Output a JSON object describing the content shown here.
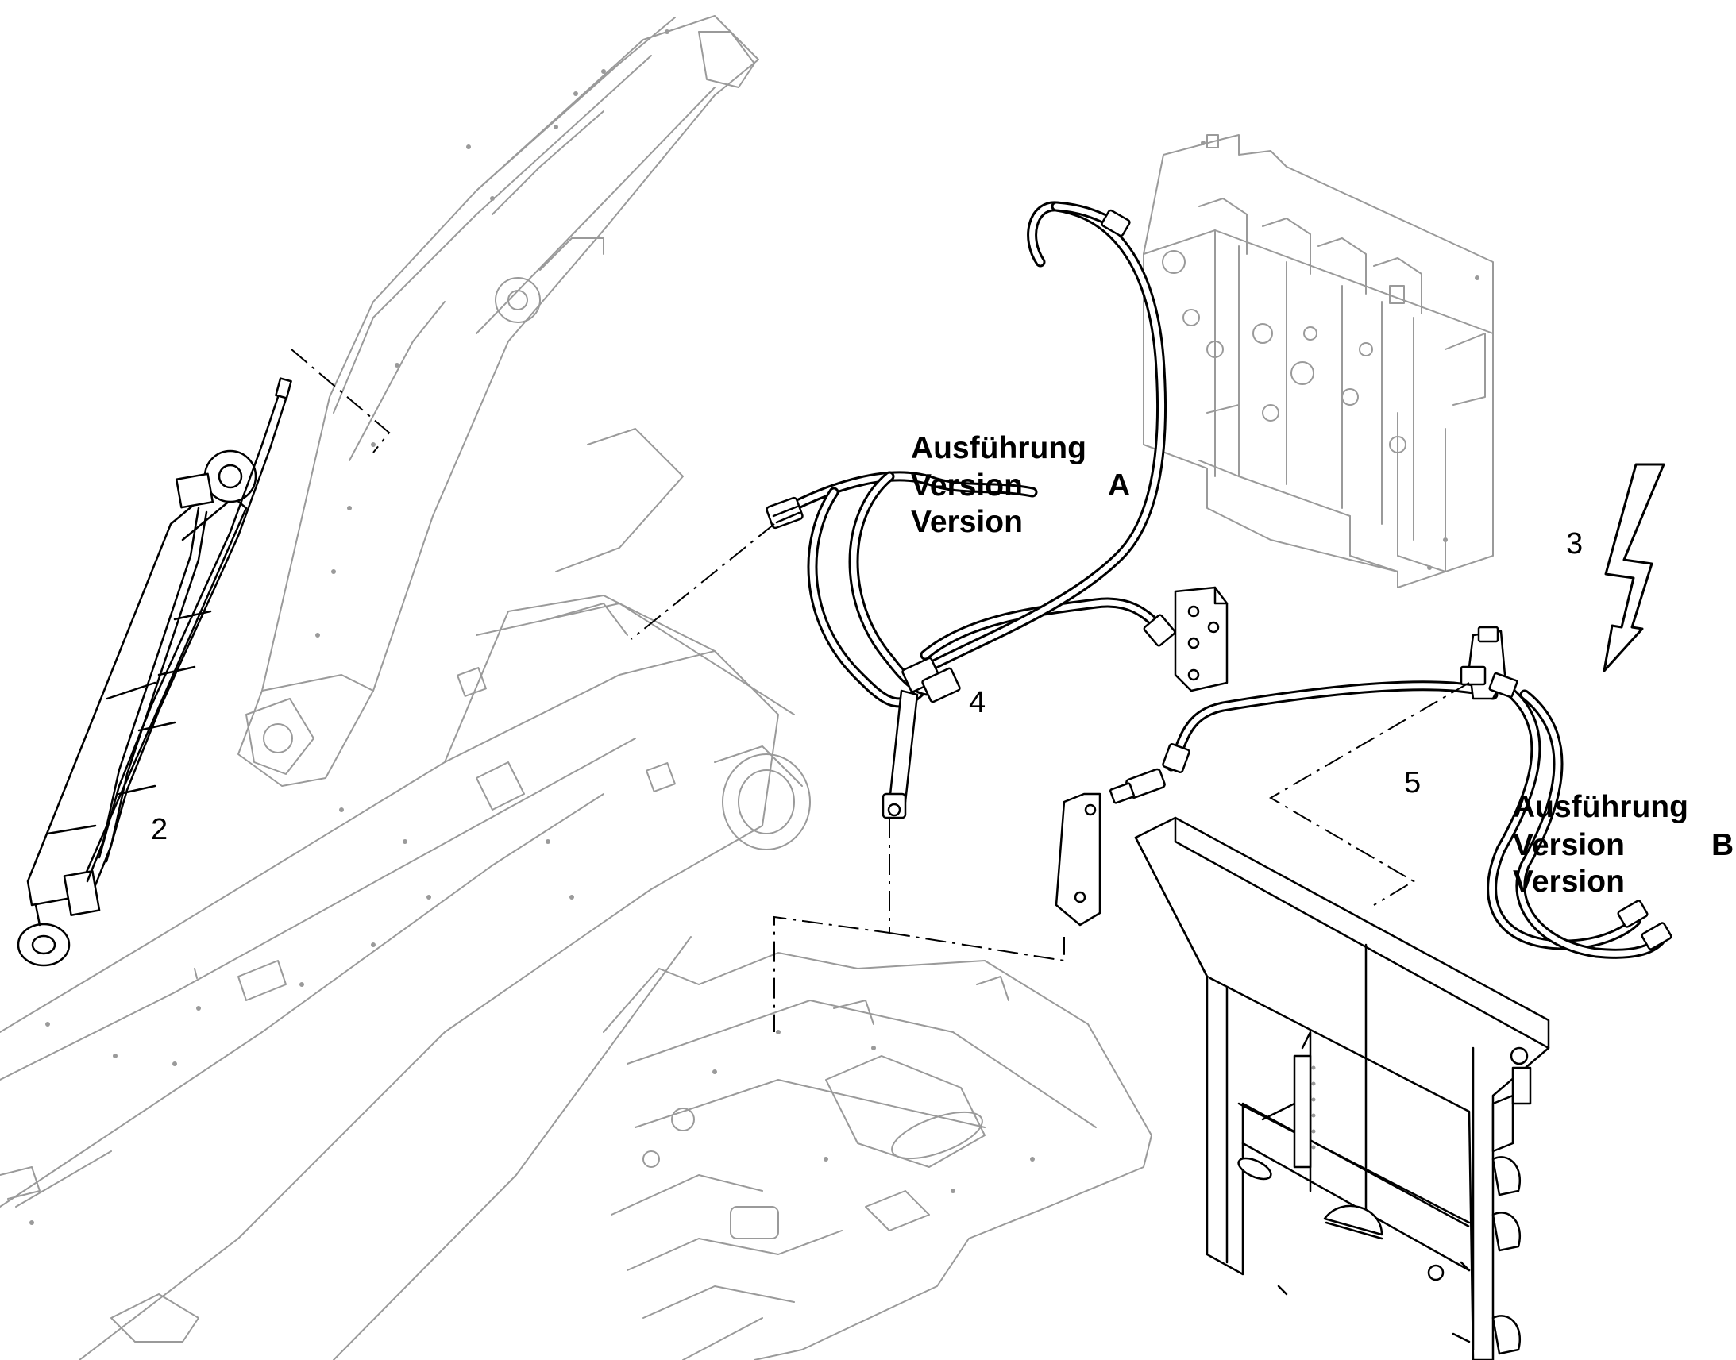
{
  "callouts": {
    "item2": "2",
    "item3": "3",
    "item4": "4",
    "item5": "5"
  },
  "version_a": {
    "line1": "Ausführung",
    "line2": "Version",
    "line3": "Version",
    "letter": "A"
  },
  "version_b": {
    "line1": "Ausführung",
    "line2": "Version",
    "line3": "Version",
    "letter": "B"
  },
  "icons": [
    "lightning-arrow-icon"
  ],
  "colors": {
    "linework": "#000000",
    "context_parts": "#9a9a9a",
    "background": "#ffffff"
  }
}
